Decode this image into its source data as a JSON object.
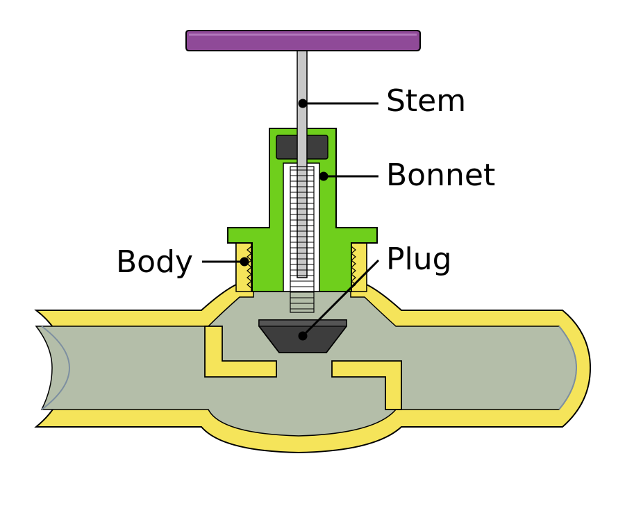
{
  "labels": {
    "stem": "Stem",
    "bonnet": "Bonnet",
    "body": "Body",
    "plug": "Plug"
  },
  "colors": {
    "handwheel": "#8f4a98",
    "bonnet": "#6fcf1c",
    "body": "#f5e45a",
    "fluid": "#b4bea9",
    "plug": "#3d3d3d",
    "stem": "#c8c8c8",
    "outline": "#000000"
  }
}
